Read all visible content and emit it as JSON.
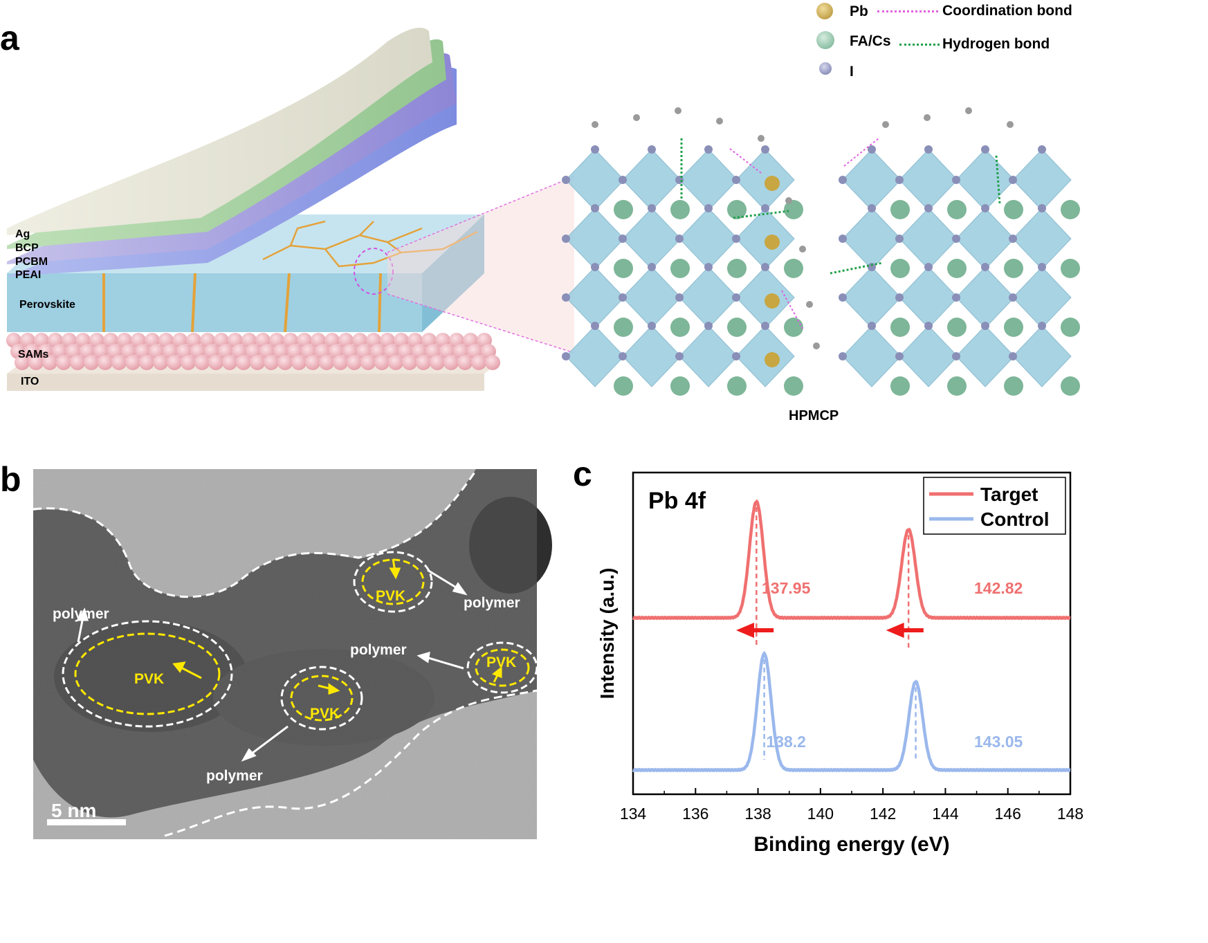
{
  "panels": {
    "a": "a",
    "b": "b",
    "c": "c"
  },
  "panel_a": {
    "layers": [
      "Ag",
      "BCP",
      "PCBM",
      "PEAI",
      "Perovskite",
      "SAMs",
      "ITO"
    ],
    "legend": {
      "atoms": [
        {
          "label": "Pb",
          "color": "#c8a642"
        },
        {
          "label": "FA/Cs",
          "color": "#7fbf9e"
        },
        {
          "label": "I",
          "color": "#8a8fb8"
        }
      ],
      "bonds": [
        {
          "label": "Coordination bond",
          "color": "#e060e0"
        },
        {
          "label": "Hydrogen bond",
          "color": "#1fa04a"
        }
      ]
    },
    "polymer_label": "HPMCP"
  },
  "panel_b": {
    "labels": [
      "polymer",
      "polymer",
      "polymer",
      "polymer"
    ],
    "pvk_label": "PVK",
    "scale_bar": "5 nm"
  },
  "chart_data": {
    "type": "line",
    "title": "Pb 4f",
    "xlabel": "Binding energy (eV)",
    "ylabel": "Intensity (a.u.)",
    "xlim": [
      134,
      148
    ],
    "xticks": [
      134,
      136,
      138,
      140,
      142,
      144,
      146,
      148
    ],
    "legend_position": "top-right",
    "series": [
      {
        "name": "Target",
        "color": "#f07070",
        "peaks": [
          137.95,
          142.82
        ],
        "peak_labels": [
          "137.95",
          "142.82"
        ]
      },
      {
        "name": "Control",
        "color": "#9ab8ec",
        "peaks": [
          138.2,
          143.05
        ],
        "peak_labels": [
          "138.2",
          "143.05"
        ]
      }
    ]
  }
}
